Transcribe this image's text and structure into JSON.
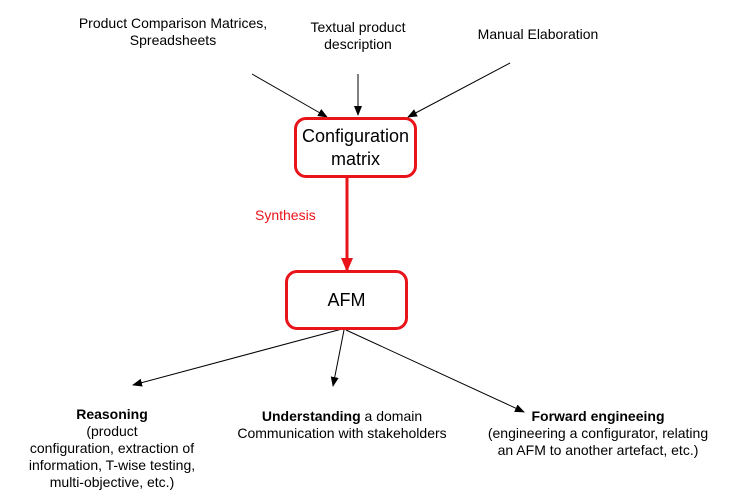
{
  "sources": {
    "pcm_line1": "Product Comparison Matrices,",
    "pcm_line2": "Spreadsheets",
    "textual_line1": "Textual product",
    "textual_line2": "description",
    "manual": "Manual Elaboration"
  },
  "nodes": {
    "config_line1": "Configuration",
    "config_line2": "matrix",
    "afm": "AFM"
  },
  "edge_label": "Synthesis",
  "outputs": {
    "reasoning_title": "Reasoning",
    "reasoning_lines": [
      "(product",
      "configuration, extraction of",
      "information, T-wise testing,",
      "multi-objective, etc.)"
    ],
    "understanding_title": "Understanding",
    "understanding_rest": " a domain",
    "understanding_line2": "Communication with stakeholders",
    "forward_title": "Forward engineeing",
    "forward_lines": [
      "(engineering a configurator, relating",
      "an AFM to another artefact, etc.)"
    ]
  },
  "colors": {
    "accent": "#e8141a",
    "line": "#000000"
  }
}
